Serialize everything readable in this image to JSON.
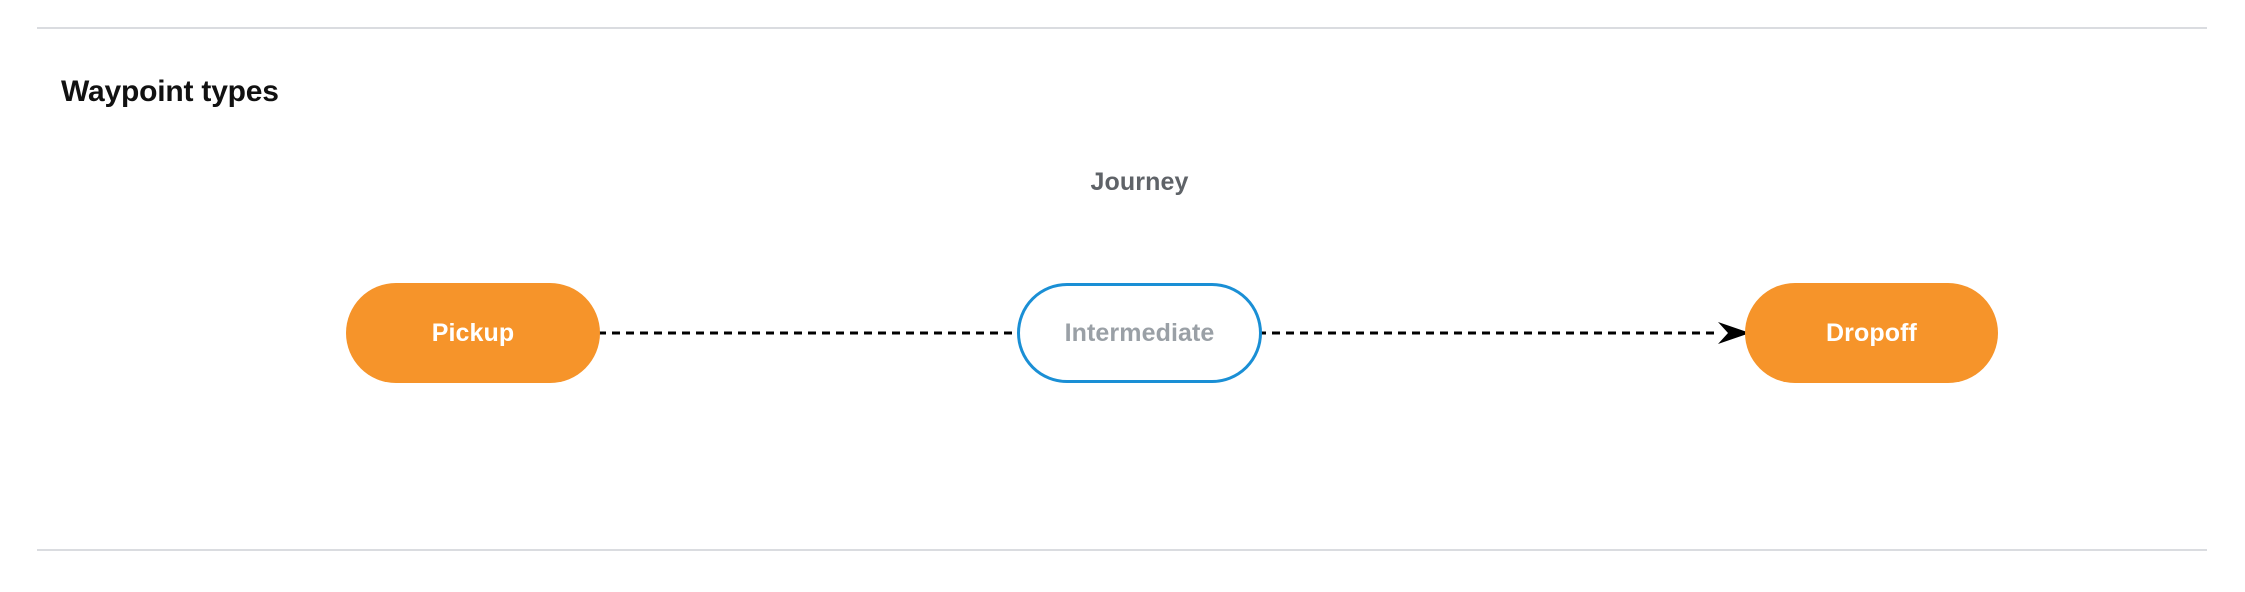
{
  "section": {
    "title": "Waypoint types"
  },
  "diagram": {
    "graph_label": "Journey",
    "nodes": [
      {
        "id": "pickup",
        "label": "Pickup",
        "type": "terminal"
      },
      {
        "id": "intermediate",
        "label": "Intermediate",
        "type": "intermediate"
      },
      {
        "id": "dropoff",
        "label": "Dropoff",
        "type": "terminal"
      }
    ],
    "edges": [
      {
        "id": "edge-1",
        "from": "pickup",
        "to": "intermediate",
        "style": "dashed",
        "arrowhead": false
      },
      {
        "id": "edge-2",
        "from": "intermediate",
        "to": "dropoff",
        "style": "dashed",
        "arrowhead": true
      }
    ]
  },
  "colors": {
    "terminal_fill": "#f6942a",
    "terminal_text": "#ffffff",
    "intermediate_border": "#1a8fd5",
    "intermediate_text": "#9aa0a6",
    "graph_label_text": "#5f6368",
    "edge_line": "#000000",
    "divider": "#dadce0",
    "title_text": "#111111",
    "background": "#ffffff"
  }
}
